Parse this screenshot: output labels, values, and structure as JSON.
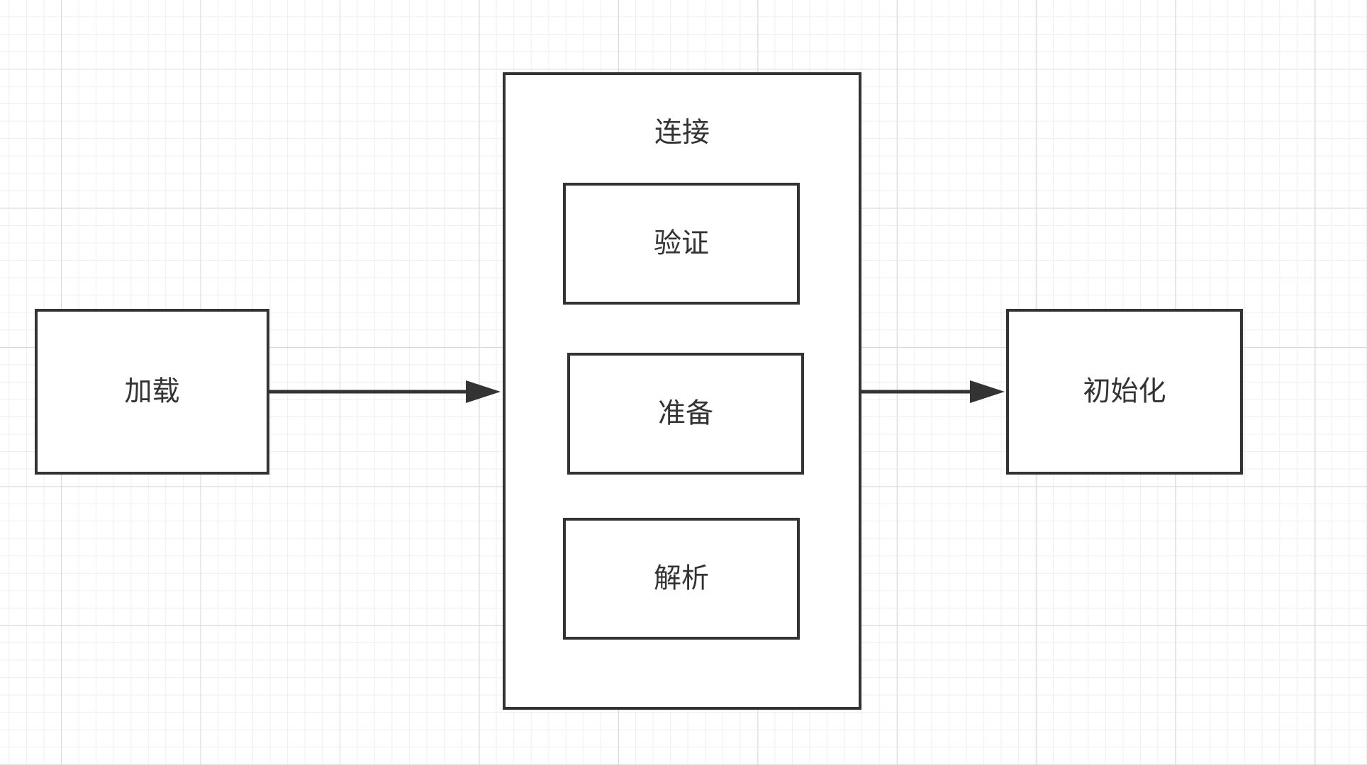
{
  "diagram": {
    "nodes": {
      "load": {
        "label": "加载"
      },
      "link": {
        "label": "连接",
        "children": {
          "verify": {
            "label": "验证"
          },
          "prepare": {
            "label": "准备"
          },
          "resolve": {
            "label": "解析"
          }
        }
      },
      "init": {
        "label": "初始化"
      }
    },
    "edges": [
      {
        "from": "load",
        "to": "link"
      },
      {
        "from": "link",
        "to": "init"
      }
    ],
    "colors": {
      "stroke": "#333333",
      "fill": "#ffffff",
      "grid_major": "#d9d9d9",
      "grid_minor": "#efefef"
    }
  }
}
